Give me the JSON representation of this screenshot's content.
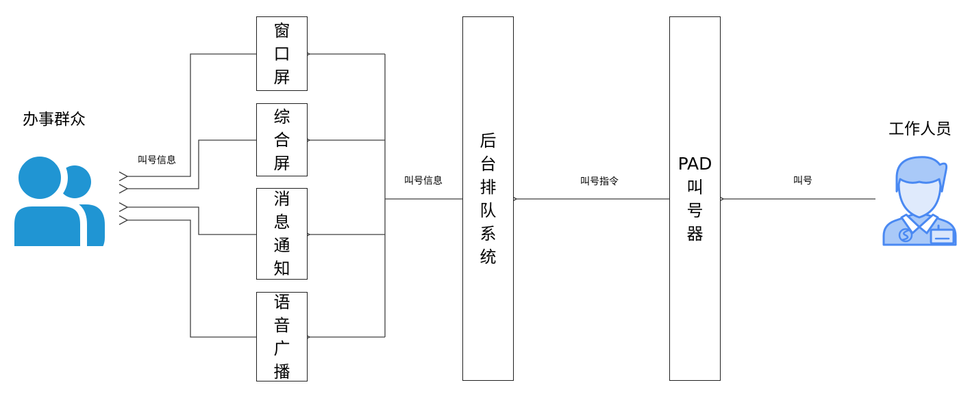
{
  "diagram": {
    "actors": {
      "public": {
        "label": "办事群众"
      },
      "staff": {
        "label": "工作人员"
      }
    },
    "nodes": {
      "window_screen": {
        "label": "窗\n口\n屏"
      },
      "composite_screen": {
        "label": "综\n合\n屏"
      },
      "message_notify": {
        "label": "消\n息\n通\n知"
      },
      "voice_broadcast": {
        "label": "语\n音\n广\n播"
      },
      "queue_system": {
        "label": "后\n台\n排\n队\n系\n统"
      },
      "pad_caller": {
        "label_en": "PAD",
        "label_cn": "叫\n号\n器"
      }
    },
    "edges": {
      "call_info_to_public": {
        "label": "叫号信息"
      },
      "call_info_to_screens": {
        "label": "叫号信息"
      },
      "call_command": {
        "label": "叫号指令"
      },
      "call": {
        "label": "叫号"
      }
    },
    "colors": {
      "crowd_blue": "#2095D3",
      "wire": "#3F3F3F",
      "staff_stroke": "#4A89F2",
      "staff_fill": "#A9C9F8",
      "staff_face": "#DFEAFC",
      "staff_badge": "#D9E6FC"
    }
  }
}
